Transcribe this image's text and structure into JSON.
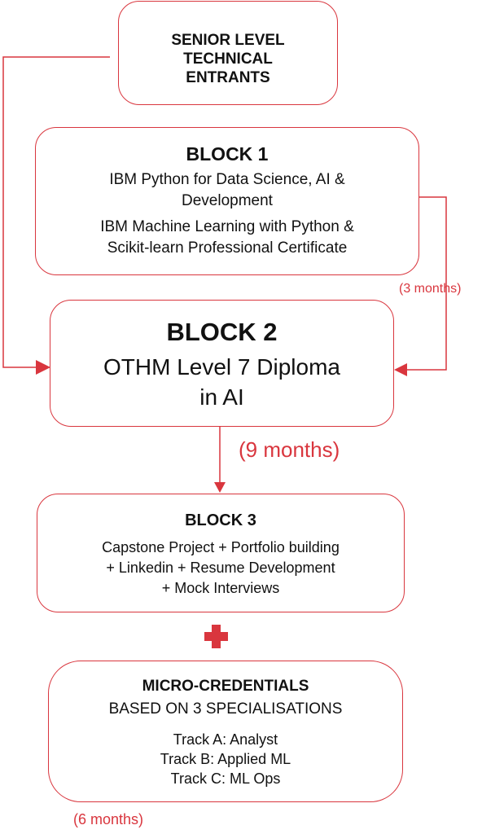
{
  "colors": {
    "accent": "#d9363e",
    "text": "#111111",
    "background": "#ffffff"
  },
  "entrants": {
    "title_lines": [
      "SENIOR LEVEL",
      "TECHNICAL",
      "ENTRANTS"
    ]
  },
  "block1": {
    "title": "BLOCK 1",
    "course1_lines": [
      "IBM Python for Data Science, AI &",
      "Development"
    ],
    "course2_lines": [
      "IBM Machine Learning with Python &",
      "Scikit-learn Professional Certificate"
    ]
  },
  "block1_duration": "(3 months)",
  "block2": {
    "title": "BLOCK 2",
    "subtitle_lines": [
      "OTHM Level 7 Diploma",
      "in AI"
    ]
  },
  "block2_duration": "(9 months)",
  "block3": {
    "title": "BLOCK 3",
    "lines": [
      "Capstone Project + Portfolio building",
      "+ Linkedin + Resume Development",
      "+ Mock Interviews"
    ]
  },
  "plus_icon": "plus-icon",
  "micro": {
    "title": "MICRO-CREDENTIALS",
    "subtitle": "BASED ON 3 SPECIALISATIONS",
    "tracks": [
      "Track A: Analyst",
      "Track B: Applied ML",
      "Track C: ML Ops"
    ]
  },
  "micro_duration": "(6 months)"
}
